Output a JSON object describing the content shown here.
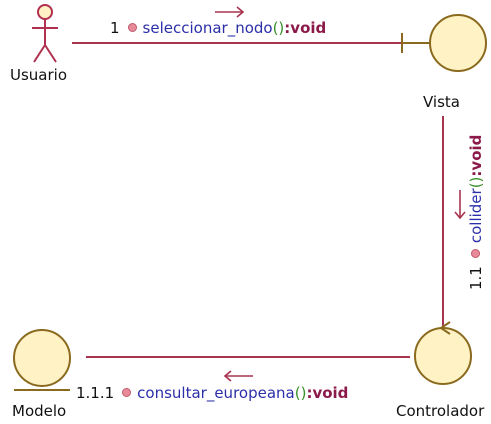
{
  "colors": {
    "link": "#a8334e",
    "node_fill": "#fff2c4",
    "node_stroke": "#8a6a1e",
    "actor_stroke": "#b03050",
    "method": "#2b2fa8",
    "return_type": "#8b1a4a",
    "paren": "#3a8f2a"
  },
  "nodes": {
    "usuario": {
      "label": "Usuario",
      "kind": "actor"
    },
    "vista": {
      "label": "Vista",
      "kind": "boundary"
    },
    "controlador": {
      "label": "Controlador",
      "kind": "control"
    },
    "modelo": {
      "label": "Modelo",
      "kind": "entity"
    }
  },
  "messages": {
    "m1": {
      "seq": "1",
      "name": "seleccionar_nodo",
      "paren": "()",
      "sep": ":",
      "rtype": "void"
    },
    "m11": {
      "seq": "1.1",
      "name": "collider",
      "paren": "()",
      "sep": ":",
      "rtype": "void"
    },
    "m111": {
      "seq": "1.1.1",
      "name": "consultar_europeana",
      "paren": "()",
      "sep": ":",
      "rtype": "void"
    }
  }
}
